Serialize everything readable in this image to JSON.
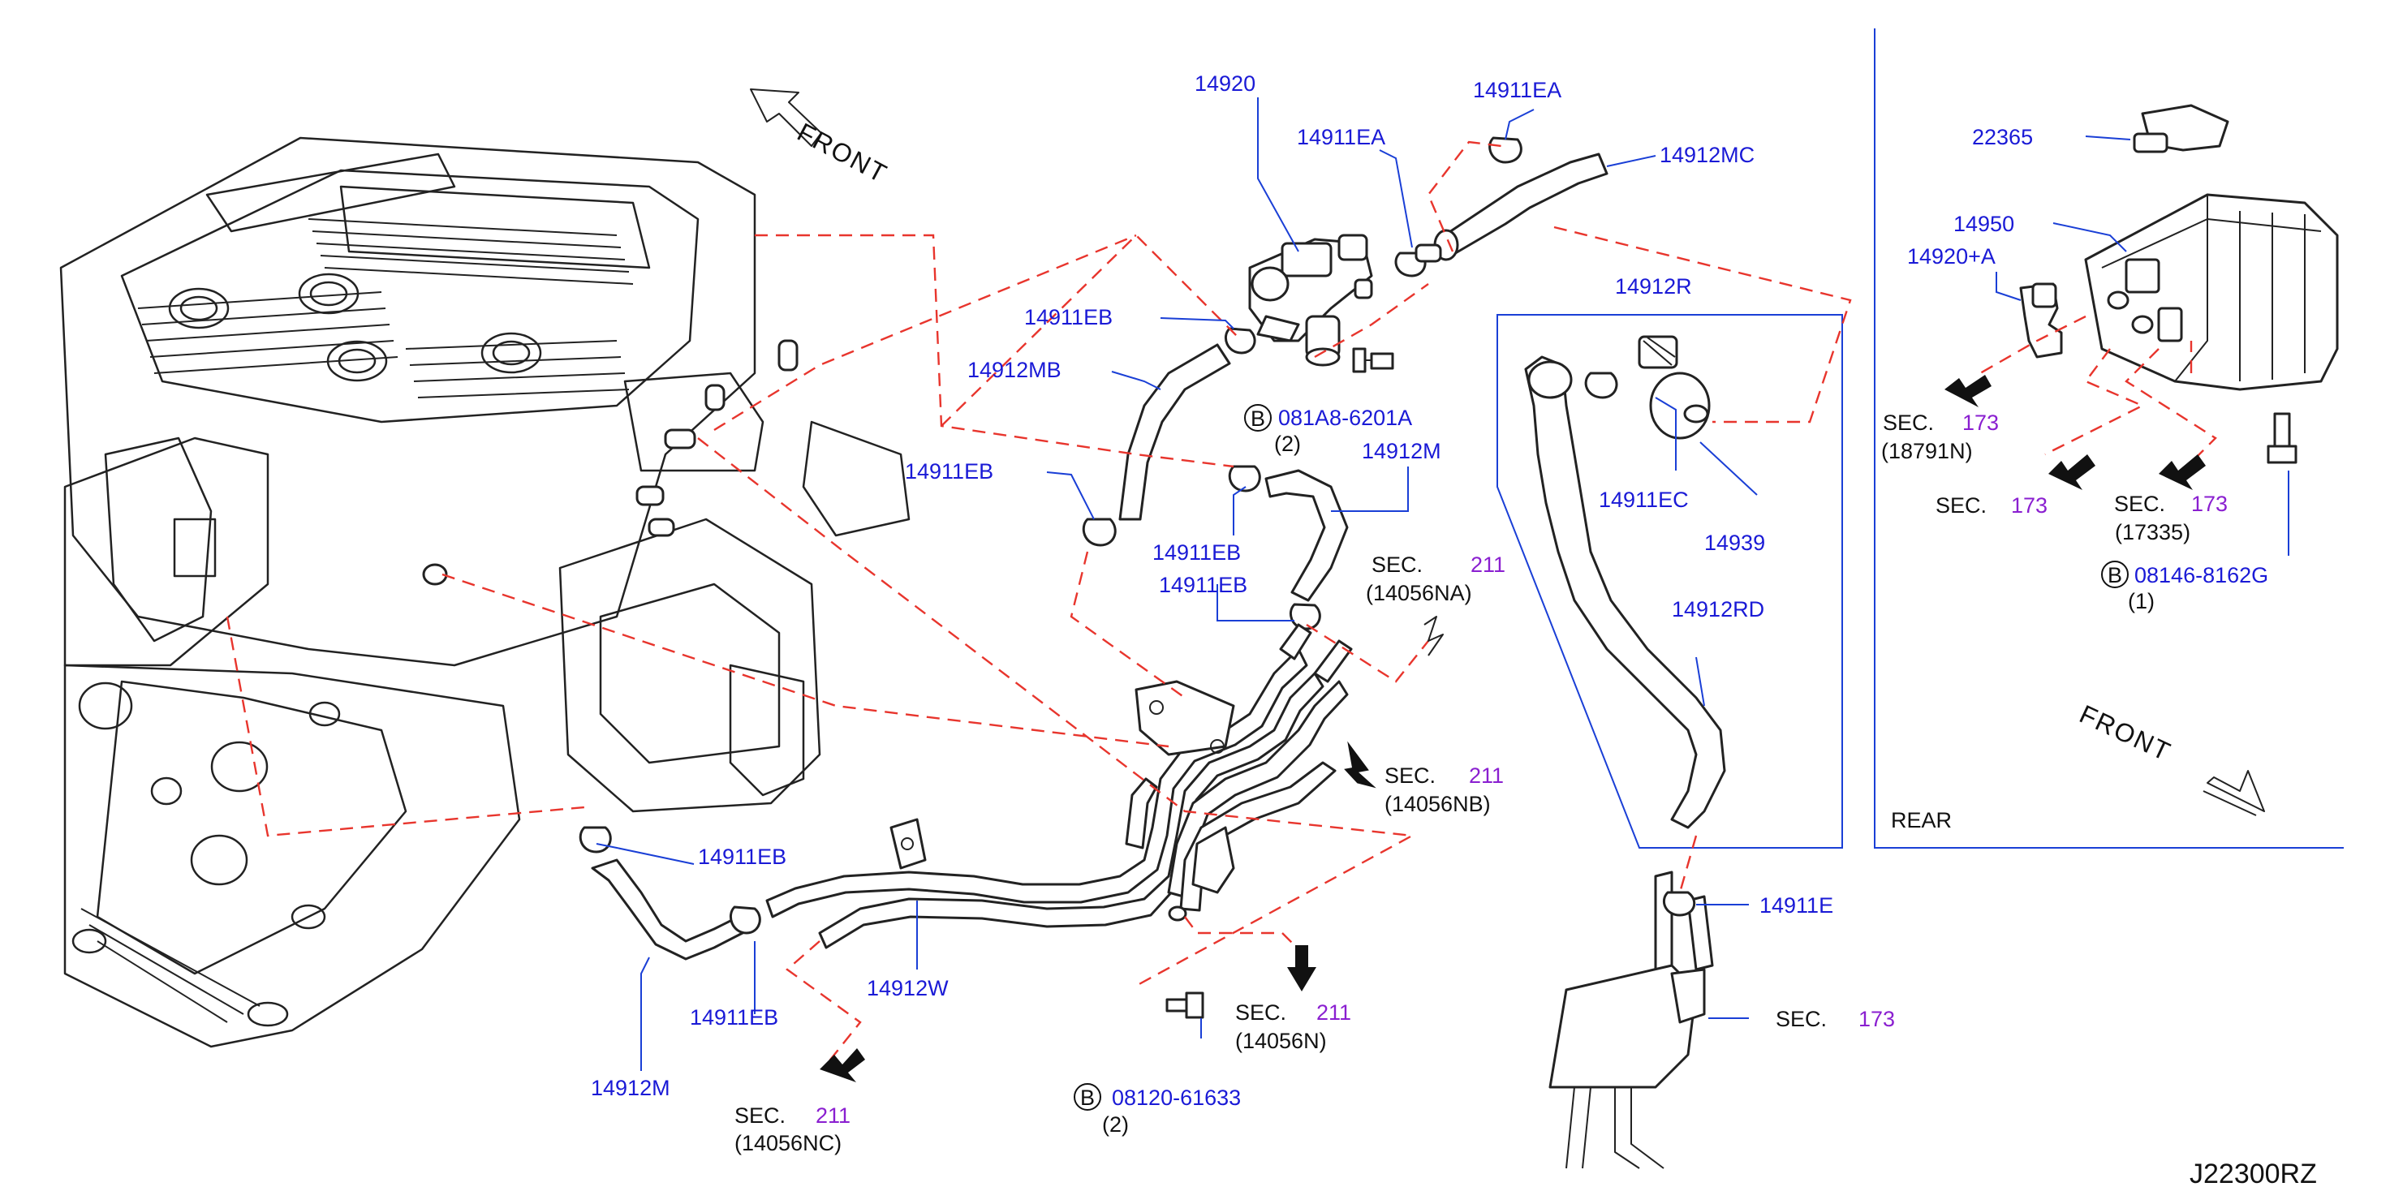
{
  "parts": {
    "p14920": "14920",
    "p14911EA_a": "14911EA",
    "p14911EA_b": "14911EA",
    "p14912MC": "14912MC",
    "p14911EB_a": "14911EB",
    "p14912MB": "14912MB",
    "p14911EB_b": "14911EB",
    "p14911EB_c": "14911EB",
    "p14911EB_d": "14911EB",
    "p14912M_a": "14912M",
    "p14912R": "14912R",
    "p14911EC": "14911EC",
    "p14939": "14939",
    "p14912RD": "14912RD",
    "p14911EB_e": "14911EB",
    "p14911EB_f": "14911EB",
    "p14912W": "14912W",
    "p14912M_b": "14912M",
    "p14911E": "14911E",
    "p22365": "22365",
    "p14950": "14950",
    "p14920A": "14920+A",
    "bolt1": "081A8-6201A",
    "bolt1_qty": "(2)",
    "bolt2": "08120-61633",
    "bolt2_qty": "(2)",
    "bolt3": "08146-8162G",
    "bolt3_qty": "(1)",
    "bolt_marker": "B"
  },
  "sections": {
    "sec_word": "SEC.",
    "s1_num": "211",
    "s1_code": "(14056NA)",
    "s2_num": "211",
    "s2_code": "(14056NB)",
    "s3_num": "211",
    "s3_code": "(14056N)",
    "s4_num": "211",
    "s4_code": "(14056NC)",
    "s5_num": "173",
    "s6_num": "173",
    "s6_code": "(18791N)",
    "s7_num": "173",
    "s8_num": "173",
    "s8_code": "(17335)"
  },
  "labels": {
    "front_main": "FRONT",
    "front_inset": "FRONT",
    "rear": "REAR",
    "diagram_code": "J22300RZ"
  },
  "colors": {
    "part_number": "#1a1ad6",
    "section_number": "#8a1fd0",
    "dashed_reference": "#e8352d",
    "leader_line": "#1a3fd6"
  }
}
